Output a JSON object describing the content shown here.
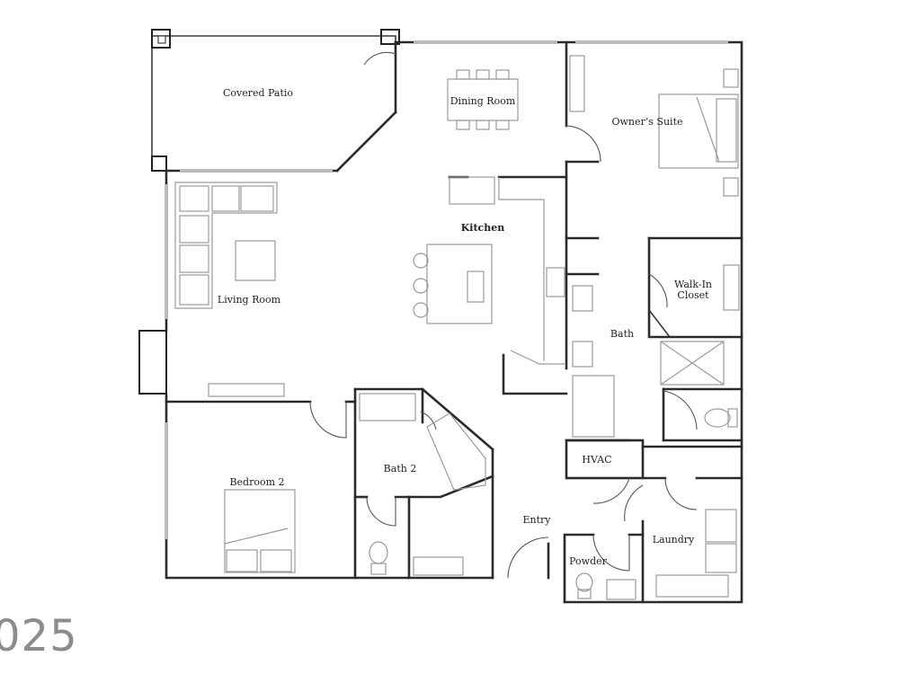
{
  "rooms": {
    "covered_patio": "Covered Patio",
    "dining_room": "Dining Room",
    "owners_suite": "Owner’s Suite",
    "kitchen": "Kitchen",
    "living_room": "Living Room",
    "walk_in_closet_line1": "Walk-In",
    "walk_in_closet_line2": "Closet",
    "bath": "Bath",
    "bath_2": "Bath 2",
    "bedroom_2": "Bedroom 2",
    "hvac": "HVAC",
    "entry": "Entry",
    "powder": "Powder",
    "laundry": "Laundry"
  },
  "watermark": "025"
}
